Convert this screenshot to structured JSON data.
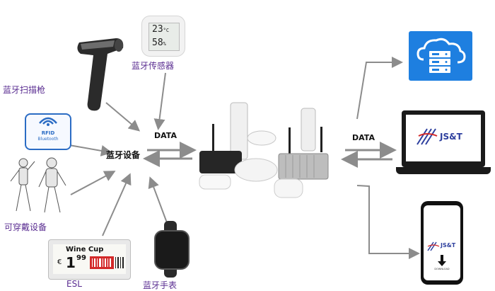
{
  "devices": {
    "scanner": "蓝牙扫描枪",
    "sensor": "蓝牙传感器",
    "wearable": "可穿戴设备",
    "esl": "ESL",
    "watch": "蓝牙手表",
    "hub": "蓝牙设备"
  },
  "sensor_display": {
    "top": "23",
    "unit_top": "°C",
    "bottom": "58",
    "unit_bottom": "%"
  },
  "rfid_badge": {
    "line1": "RFID",
    "line2": "Bluetooth"
  },
  "esl_display": {
    "name": "Wine Cup",
    "currency": "€",
    "price": "1",
    "decimals": "99"
  },
  "flow": {
    "data_left": "DATA",
    "data_right": "DATA"
  },
  "laptop_logo": "JS&T",
  "phone_logo": "JS&T",
  "phone_caption": "DOWNLOAD",
  "colors": {
    "cloud_bg": "#1e7fe0",
    "label_purple": "#5a2d91",
    "arrow_gray": "#8c8c8c"
  }
}
